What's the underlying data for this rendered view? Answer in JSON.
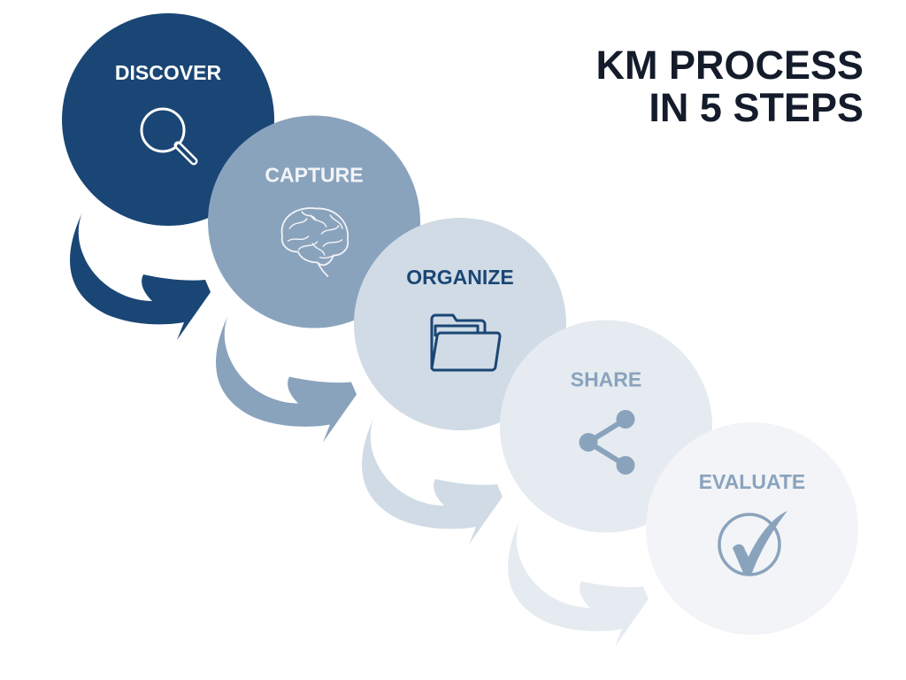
{
  "title": {
    "line1": "KM PROCESS",
    "line2": "IN 5 STEPS"
  },
  "steps": [
    {
      "label": "DISCOVER",
      "icon": "magnifying-glass-icon",
      "fill": "#1a4675",
      "fg": "#ffffff"
    },
    {
      "label": "CAPTURE",
      "icon": "brain-icon",
      "fill": "#8aa3bd",
      "fg": "#f2f4f7"
    },
    {
      "label": "ORGANIZE",
      "icon": "folder-icon",
      "fill": "#d0dbe5",
      "fg": "#1a4675"
    },
    {
      "label": "SHARE",
      "icon": "share-icon",
      "fill": "#e5ebf0",
      "fg": "#8aa3bd"
    },
    {
      "label": "EVALUATE",
      "icon": "check-circle-icon",
      "fill": "#f2f4f7",
      "fg": "#8aa3bd"
    }
  ],
  "arrows": [
    {
      "from": "DISCOVER",
      "to": "CAPTURE",
      "fill": "#1a4675"
    },
    {
      "from": "CAPTURE",
      "to": "ORGANIZE",
      "fill": "#8aa3bd"
    },
    {
      "from": "ORGANIZE",
      "to": "SHARE",
      "fill": "#d0dbe5"
    },
    {
      "from": "SHARE",
      "to": "EVALUATE",
      "fill": "#e5ebf0"
    }
  ]
}
